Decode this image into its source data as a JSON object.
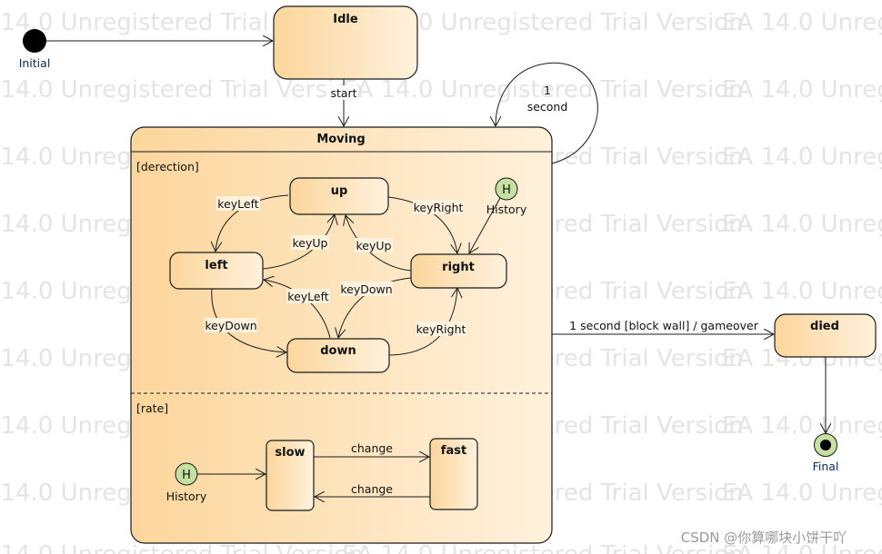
{
  "watermark": "EA 14.0 Unregistered Trial Version",
  "credit": "CSDN @你算哪块小饼干吖",
  "colors": {
    "state_fill_start": "#fcd69c",
    "state_fill_end": "#fff1dc",
    "pseudo_green": "#c5e0a0",
    "line": "#1a1a1a"
  },
  "nodes": {
    "initial": "Initial",
    "idle": "Idle",
    "moving": "Moving",
    "region_direction": "[derection]",
    "region_rate": "[rate]",
    "up": "up",
    "left": "left",
    "right": "right",
    "down": "down",
    "history_direction": "History",
    "history_rate": "History",
    "slow": "slow",
    "fast": "fast",
    "died": "died",
    "final": "Final"
  },
  "transitions": {
    "start": "start",
    "self_loop_1": "1",
    "self_loop_2": "second",
    "up_to_left": "keyLeft",
    "left_to_up": "keyUp",
    "right_to_up": "keyUp",
    "up_to_right": "keyRight",
    "down_to_left": "keyLeft",
    "right_to_down": "keyDown",
    "left_to_down": "keyDown",
    "down_to_right": "keyRight",
    "slow_to_fast": "change",
    "fast_to_slow": "change",
    "moving_to_died": "1 second [block wall] / gameover"
  }
}
